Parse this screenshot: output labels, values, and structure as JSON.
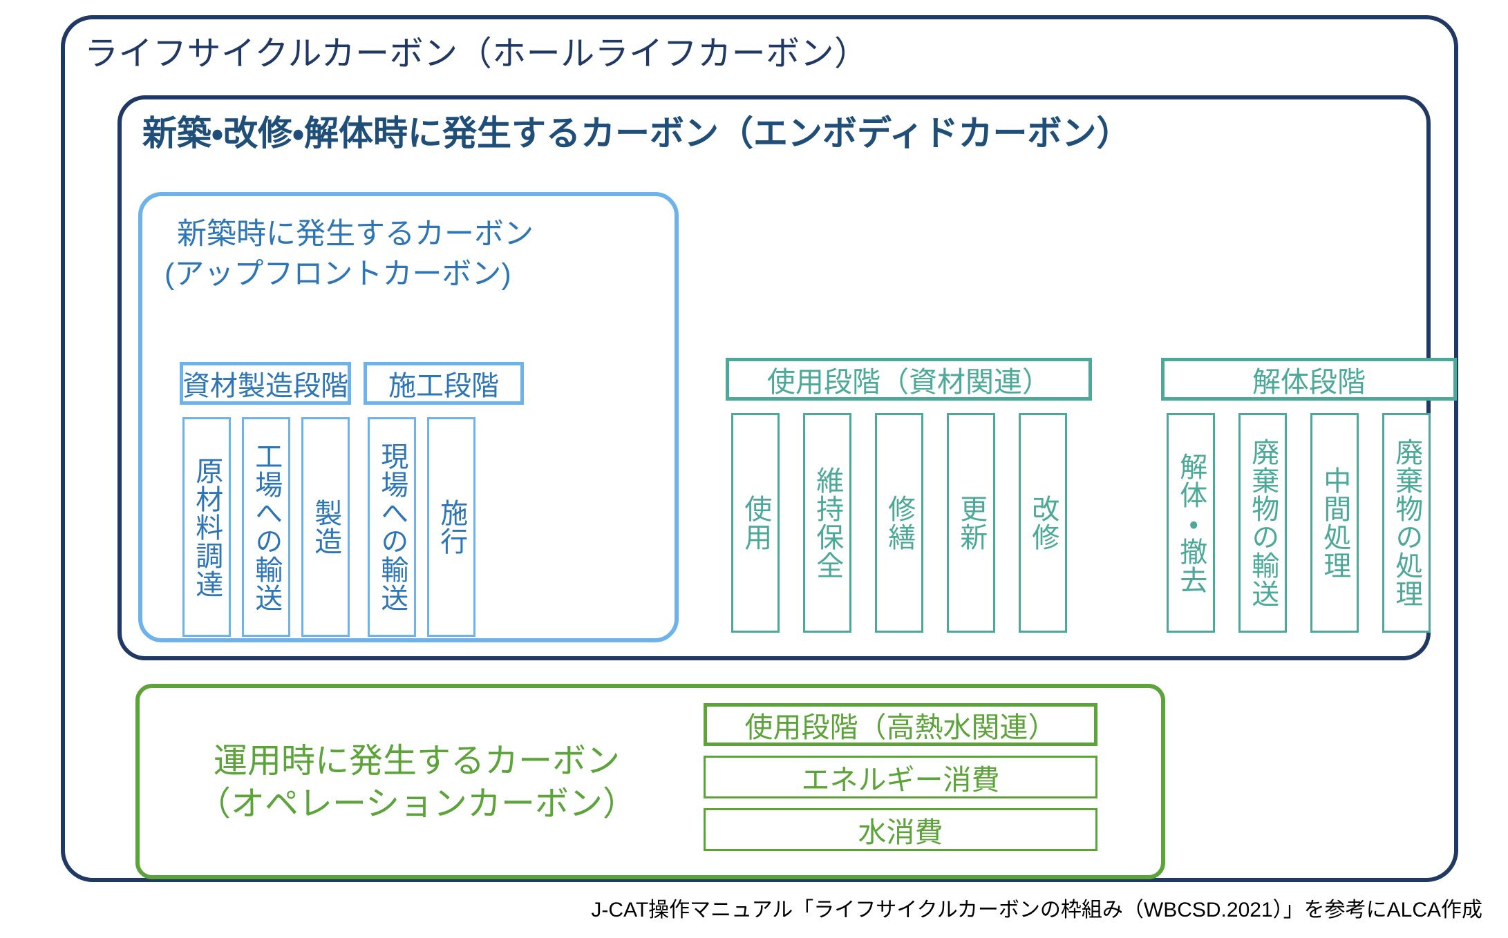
{
  "outer": {
    "title": "ライフサイクルカーボン（ホールライフカーボン）"
  },
  "embodied": {
    "title": "新築・改修・解体時に発生するカーボン（エンボディドカーボン）"
  },
  "upfront": {
    "title_line1": "新築時に発生するカーボン",
    "title_line2": "(アップフロントカーボン)",
    "stages": [
      {
        "header": "資材製造段階",
        "items": [
          "原材料調達",
          "工場への輸送",
          "製造"
        ]
      },
      {
        "header": "施工段階",
        "items": [
          "現場への輸送",
          "施行"
        ]
      }
    ]
  },
  "use_stage": {
    "header": "使用段階（資材関連）",
    "items": [
      "使用",
      "維持保全",
      "修繕",
      "更新",
      "改修"
    ]
  },
  "demolition_stage": {
    "header": "解体段階",
    "items": [
      "解体・撤去",
      "廃棄物の輸送",
      "中間処理",
      "廃棄物の処理"
    ]
  },
  "operational": {
    "title_line1": "運用時に発生するカーボン",
    "title_line2": "（オペレーションカーボン）",
    "header": "使用段階（高熱水関連）",
    "items": [
      "エネルギー消費",
      "水消費"
    ]
  },
  "footer": {
    "note": "J-CAT操作マニュアル「ライフサイクルカーボンの枠組み（WBCSD.2021）」を参考にALCA作成"
  },
  "colors": {
    "navy": "#1f3864",
    "embodied_text": "#1f4e79",
    "light_blue": "#6db2ea",
    "blue_text": "#2e75b6",
    "teal": "#4ca898",
    "green": "#5ca43a"
  }
}
